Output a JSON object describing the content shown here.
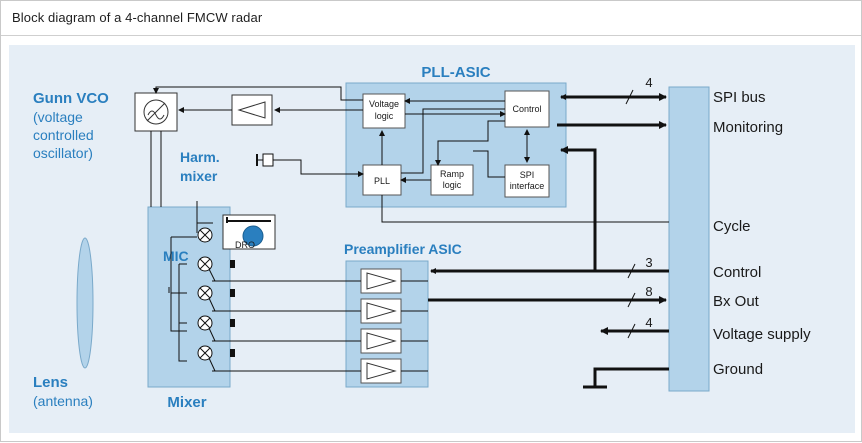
{
  "title": "Block diagram of a 4-channel FMCW radar",
  "labels": {
    "gunn_vco": "Gunn VCO",
    "gunn_vco_desc": [
      "(voltage",
      "controlled",
      "oscillator)"
    ],
    "harm_mixer": [
      "Harm.",
      "mixer"
    ],
    "mic": "MIC",
    "dro": "DRO",
    "mixer": "Mixer",
    "lens": "Lens",
    "lens_desc": "(antenna)",
    "pll_asic": "PLL-ASIC",
    "preamplifier_asic": "Preamplifier ASIC",
    "voltage_logic": [
      "Voltage",
      "logic"
    ],
    "control_block": "Control",
    "pll_block": "PLL",
    "ramp_logic": [
      "Ramp",
      "logic"
    ],
    "spi_interface": [
      "SPI",
      "interface"
    ]
  },
  "signals": {
    "spi_bus": "SPI bus",
    "monitoring": "Monitoring",
    "cycle": "Cycle",
    "control": "Control",
    "bx_out": "Bx Out",
    "voltage_supply": "Voltage supply",
    "ground": "Ground"
  },
  "bus_widths": {
    "spi_bus": "4",
    "control": "3",
    "bx_out": "8",
    "voltage_supply": "4"
  },
  "colors": {
    "background": "#e6eef6",
    "block_fill": "#b3d3ea",
    "block_edge": "#7aa9ca",
    "inner_box": "#ffffff",
    "heading_blue": "#2a7fbf",
    "text_dark": "#1a1a1a"
  }
}
